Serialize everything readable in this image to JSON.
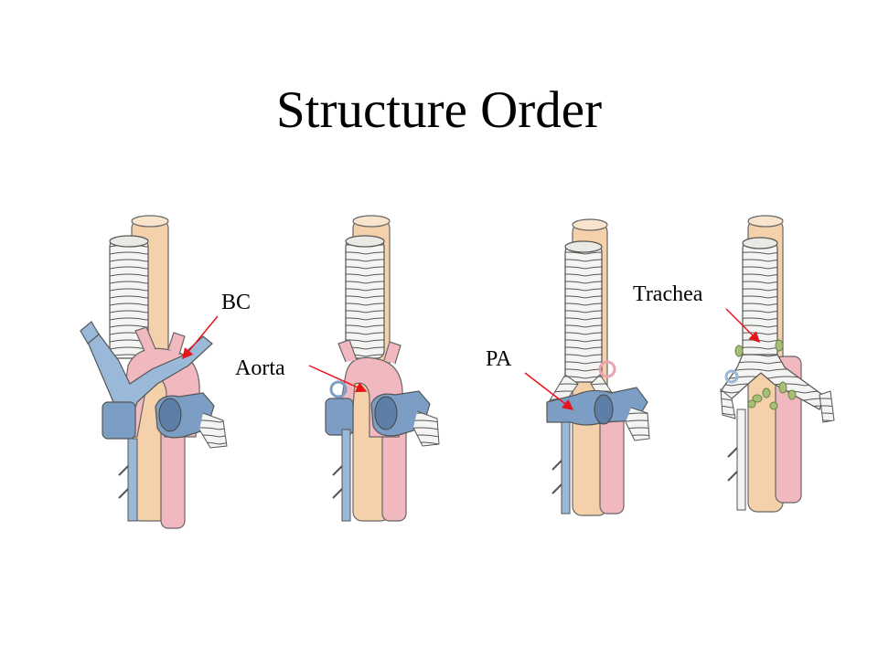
{
  "slide": {
    "title": "Structure Order"
  },
  "labels": {
    "bc": "BC",
    "aorta": "Aorta",
    "pa": "PA",
    "trachea": "Trachea"
  },
  "colors": {
    "background": "#ffffff",
    "arrow": "#e8141b",
    "vein_blue": "#9ab8d8",
    "vein_blue_dark": "#7d9ec4",
    "artery_pink": "#f1b8bf",
    "esophagus_tan": "#f5d1ab",
    "trachea_white": "#f4f4f2",
    "node_green": "#a8bf7a"
  }
}
